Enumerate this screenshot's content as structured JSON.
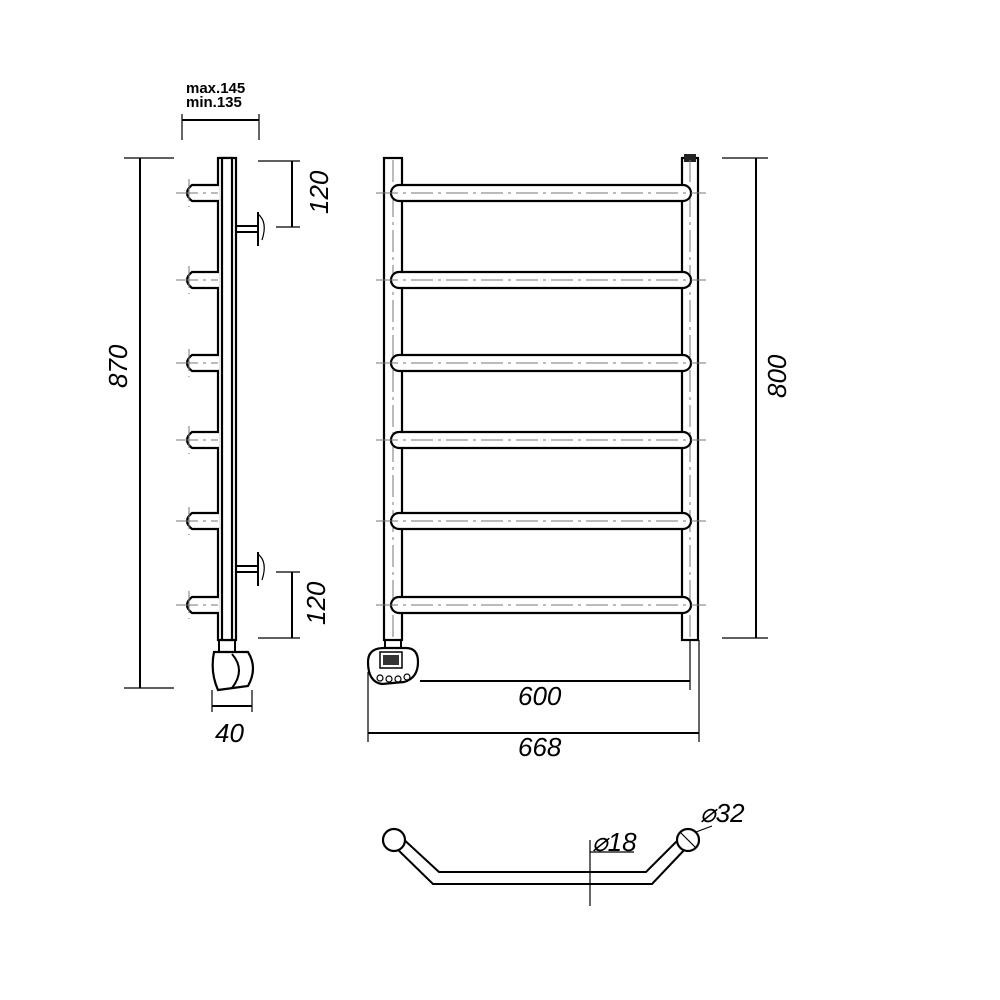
{
  "dimensions": {
    "depth_max": "max.145",
    "depth_min": "min.135",
    "total_height": "870",
    "top_offset": "120",
    "bottom_offset": "120",
    "heater_depth": "40",
    "height_between_mounts": "800",
    "center_distance": "600",
    "overall_width": "668",
    "bar_diameter": "18",
    "post_diameter": "32"
  }
}
